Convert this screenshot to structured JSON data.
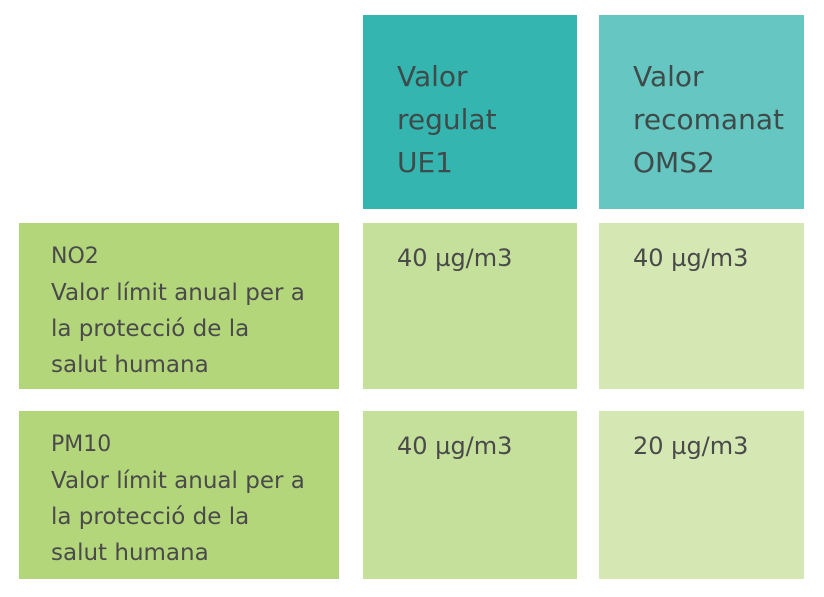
{
  "colors": {
    "header_eu": "#34b5b0",
    "header_who": "#66c7c2",
    "row_label_bg": "#b3d67b",
    "value_eu_bg": "#c5e09a",
    "value_who_bg": "#d5e8b3"
  },
  "headers": [
    {
      "lines": [
        "Valor",
        "regulat",
        "UE1"
      ]
    },
    {
      "lines": [
        "Valor",
        "recomanat",
        "OMS2"
      ]
    }
  ],
  "rows": [
    {
      "pollutant": "NO2",
      "description_lines": [
        "Valor límit anual per a",
        "la protecció de la",
        "salut humana"
      ],
      "eu_value": "40 µg/m3",
      "who_value": "40 µg/m3"
    },
    {
      "pollutant": "PM10",
      "description_lines": [
        "Valor límit anual per a",
        "la protecció de la",
        "salut humana"
      ],
      "eu_value": "40 µg/m3",
      "who_value": "20 µg/m3"
    }
  ]
}
